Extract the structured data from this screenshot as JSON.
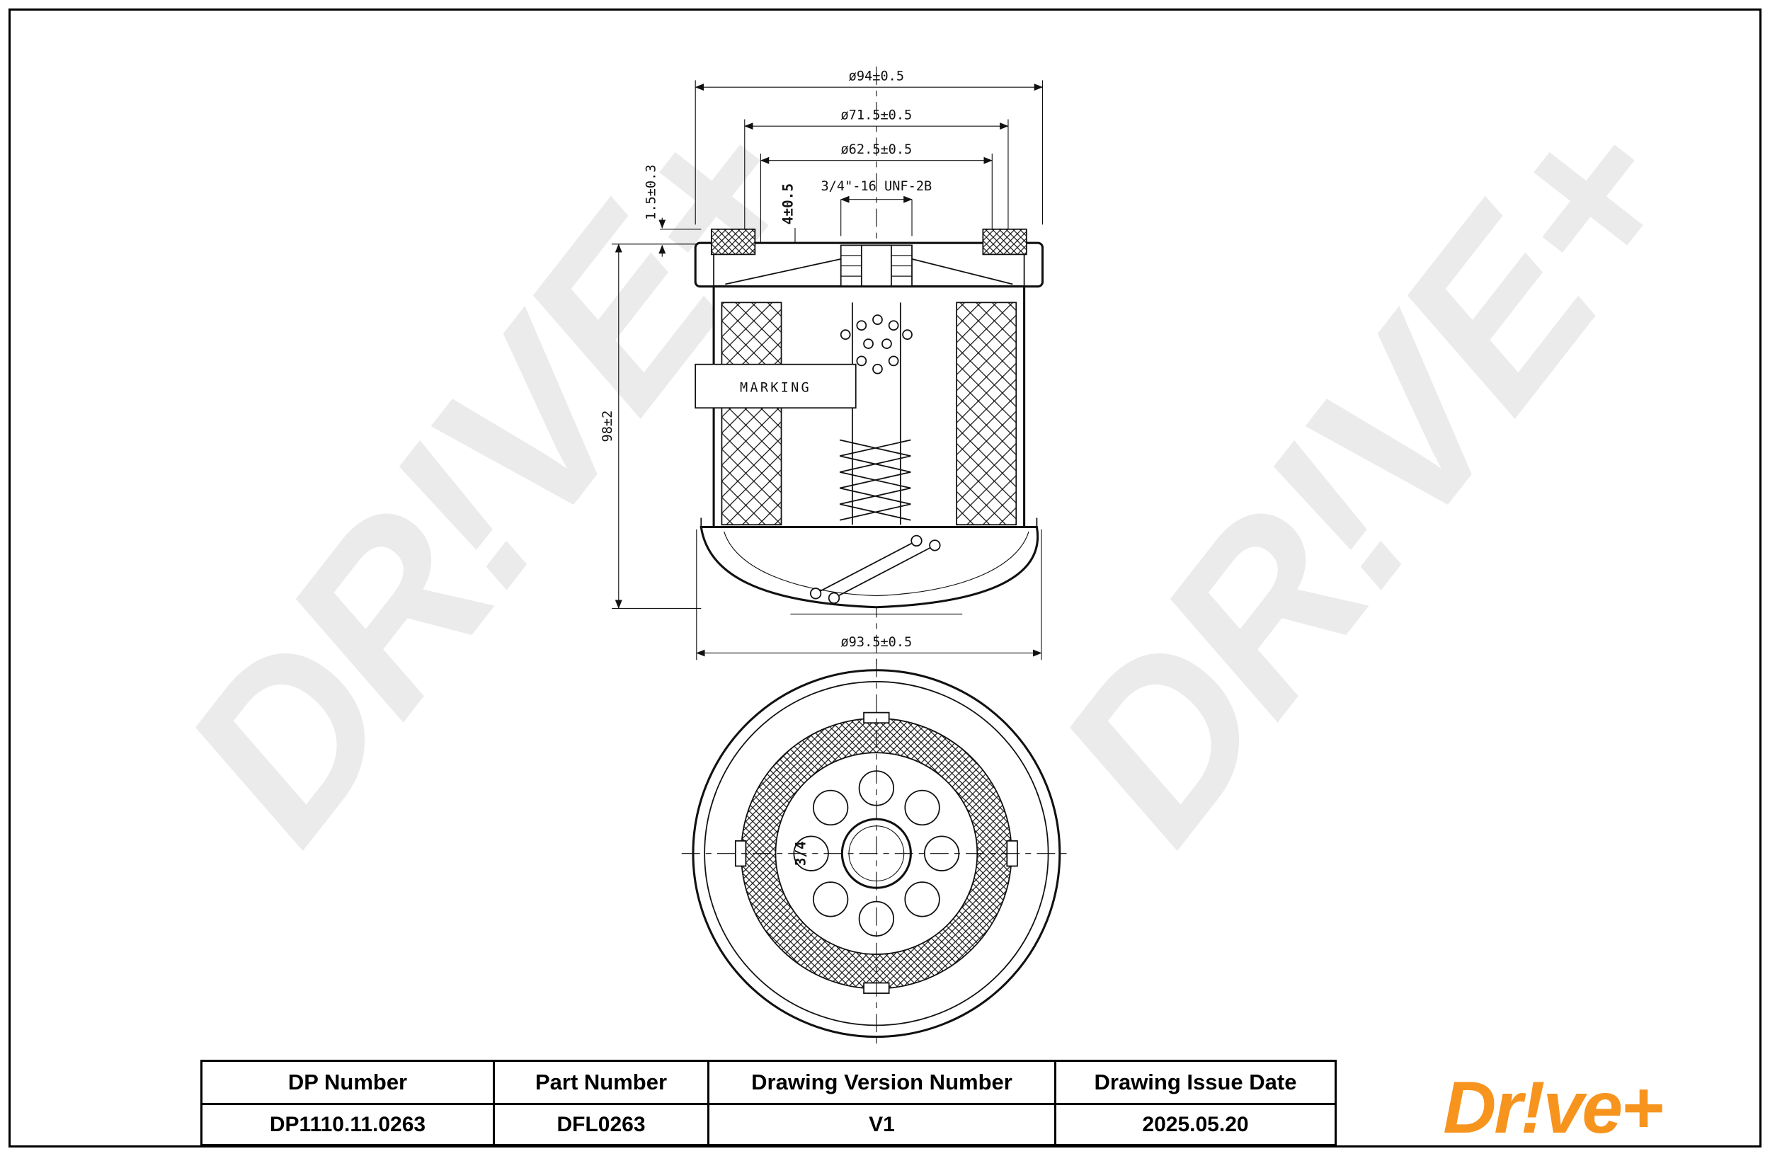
{
  "watermark": {
    "text": "DR!VE+"
  },
  "drawing": {
    "marking_label": "MARKING",
    "dimensions": {
      "cap_outer": "ø94±0.5",
      "cap_mid": "ø71.5±0.5",
      "cap_inner": "ø62.5±0.5",
      "thread_spec": "3/4\"-16 UNF-2B",
      "gasket_height": "1.5±0.3",
      "thread_depth": "4±0.5",
      "body_height": "98±2",
      "body_diameter": "ø93.5±0.5"
    },
    "bottom_view": {
      "thread_size": "3/4"
    }
  },
  "title_block": {
    "columns": [
      {
        "header": "DP Number",
        "value": "DP1110.11.0263"
      },
      {
        "header": "Part Number",
        "value": "DFL0263"
      },
      {
        "header": "Drawing Version Number",
        "value": "V1"
      },
      {
        "header": "Drawing Issue Date",
        "value": "2025.05.20"
      }
    ],
    "logo_text": "Dr!ve+"
  }
}
